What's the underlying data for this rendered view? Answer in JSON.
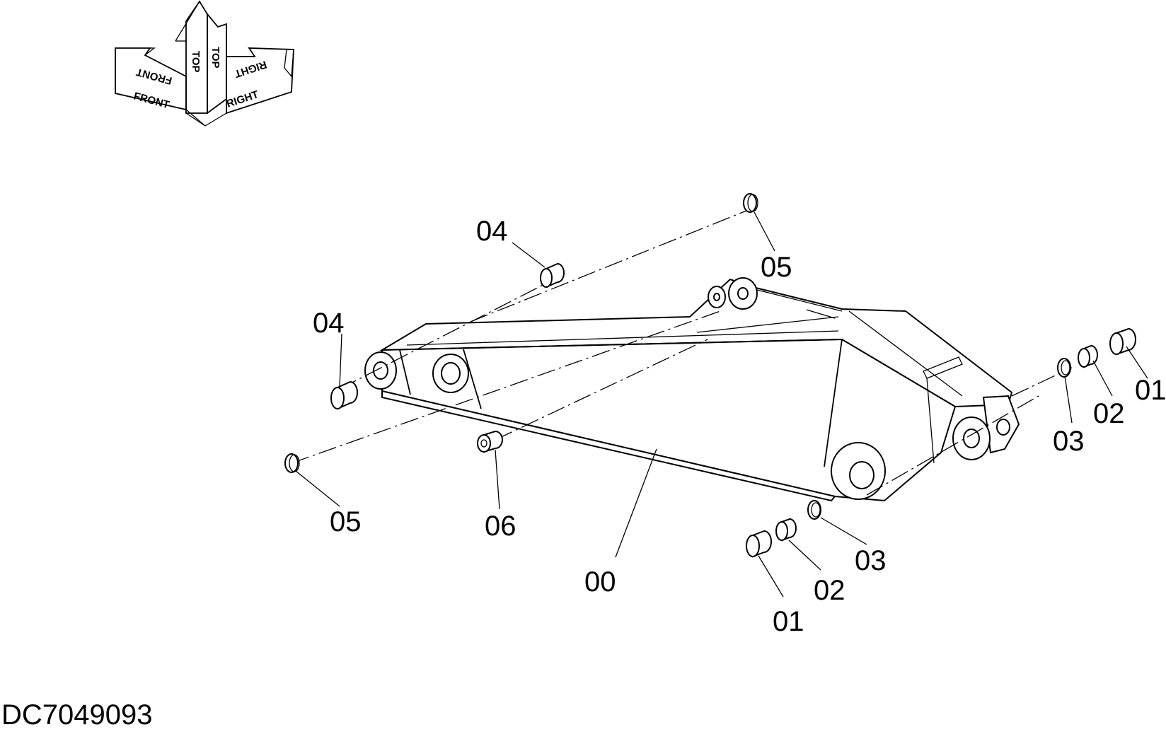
{
  "orientation": {
    "front": "FRONT",
    "top": "TOP",
    "right": "RIGHT"
  },
  "callouts": {
    "main_boom": "00",
    "bushing_right_upper": "01",
    "bushing_right_lower": "01",
    "ring_right_upper": "02",
    "ring_right_lower": "02",
    "seal_right_upper": "03",
    "seal_right_lower": "03",
    "pin_bush_left": "04",
    "pin_bush_top": "04",
    "shim_top": "05",
    "shim_left": "05",
    "grease_fitting": "06"
  },
  "drawing_code": "DC7049093"
}
